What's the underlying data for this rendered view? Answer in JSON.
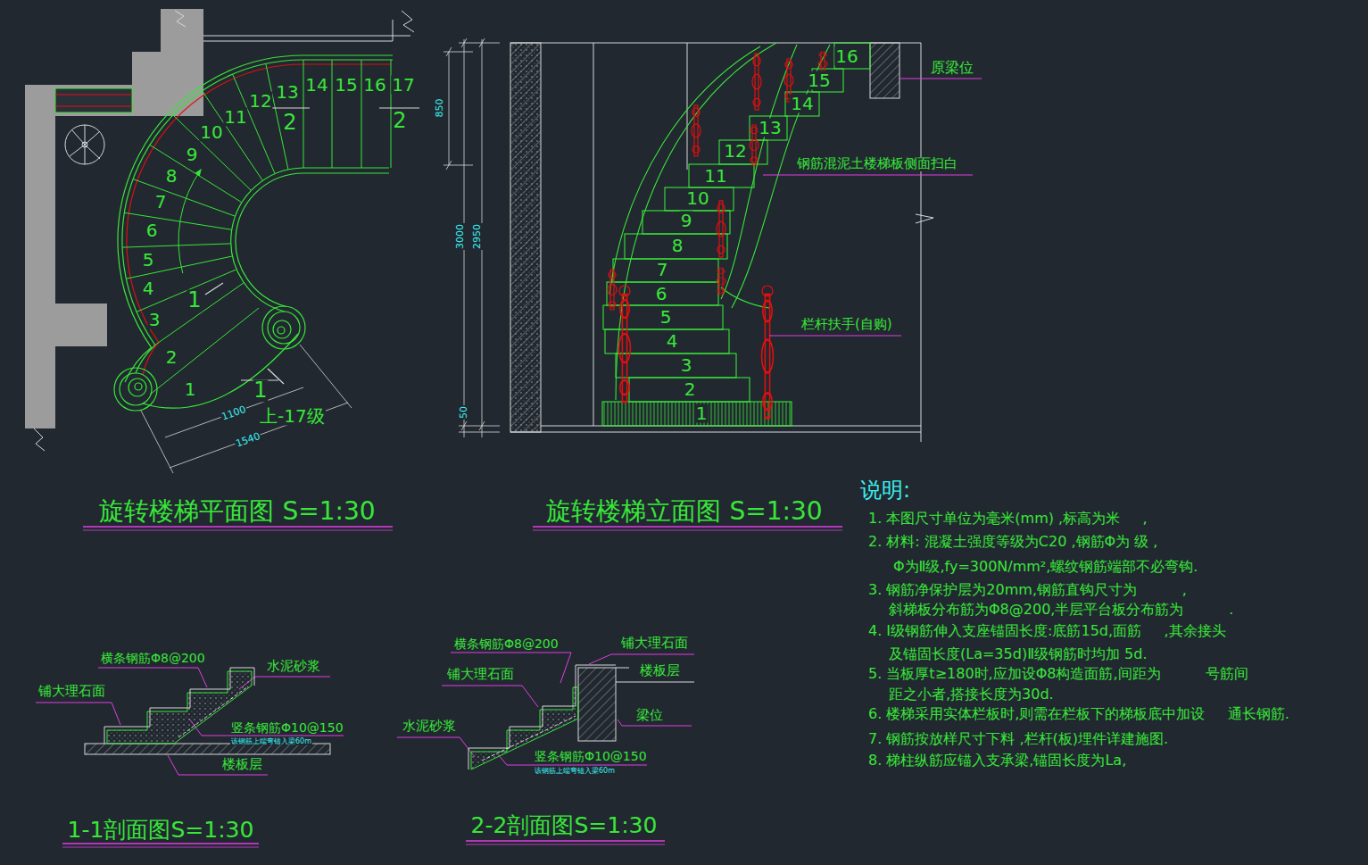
{
  "diagram": {
    "labels": [
      "1",
      "2",
      "3",
      "4",
      "5",
      "6",
      "7",
      "8",
      "9",
      "10",
      "11",
      "12",
      "13",
      "14",
      "15",
      "16",
      "17",
      "1",
      "2",
      "2",
      "1",
      "上-17级",
      "1100",
      "1540",
      "旋转楼梯平面图 S=1:30",
      "1",
      "2",
      "3",
      "4",
      "5",
      "6",
      "7",
      "8",
      "9",
      "10",
      "11",
      "12",
      "13",
      "14",
      "15",
      "16",
      "850",
      "3000",
      "2950",
      "50",
      "原梁位",
      "钢筋混泥土楼梯板侧面扫白",
      "栏杆扶手(自购)",
      "旋转楼梯立面图 S=1:30",
      "说明:",
      "1. 本图尺寸单位为毫米(mm) ,标高为米     ,",
      "2. 材料: 混凝土强度等级为C20 ,钢筋Φ为 级 ,",
      "Φ为Ⅱ级,fy=300N/mm²,螺纹钢筋端部不必弯钩.",
      "3. 钢筋净保护层为20mm,钢筋直钩尺寸为          ,",
      "斜梯板分布筋为Φ8@200,半层平台板分布筋为          .",
      "4. Ⅰ级钢筋伸入支座锚固长度:底筋15d,面筋     ,其余接头",
      "及锚固长度(La=35d)Ⅱ级钢筋时均加 5d.",
      "5. 当板厚t≥180时,应加设Φ8构造面筋,间距为          号筋间",
      "距之小者,搭接长度为30d.",
      "6. 楼梯采用实体栏板时,则需在栏板下的梯板底中加设     通长钢筋.",
      "7. 钢筋按放样尺寸下料 ,栏杆(板)埋件详建施图.",
      "8. 梯柱纵筋应锚入支承梁,锚固长度为La,",
      "横条钢筋Φ8@200",
      "水泥砂浆",
      "铺大理石面",
      "竖条钢筋Φ10@150",
      "该钢筋上端弯错入梁60m",
      "楼板层",
      "1-1剖面图S=1:30",
      "横条钢筋Φ8@200",
      "铺大理石面",
      "楼板层",
      "铺大理石面",
      "梁位",
      "水泥砂浆",
      "竖条钢筋Φ10@150",
      "该钢筋上端弯错入梁60m",
      "2-2剖面图S=1:30"
    ]
  }
}
